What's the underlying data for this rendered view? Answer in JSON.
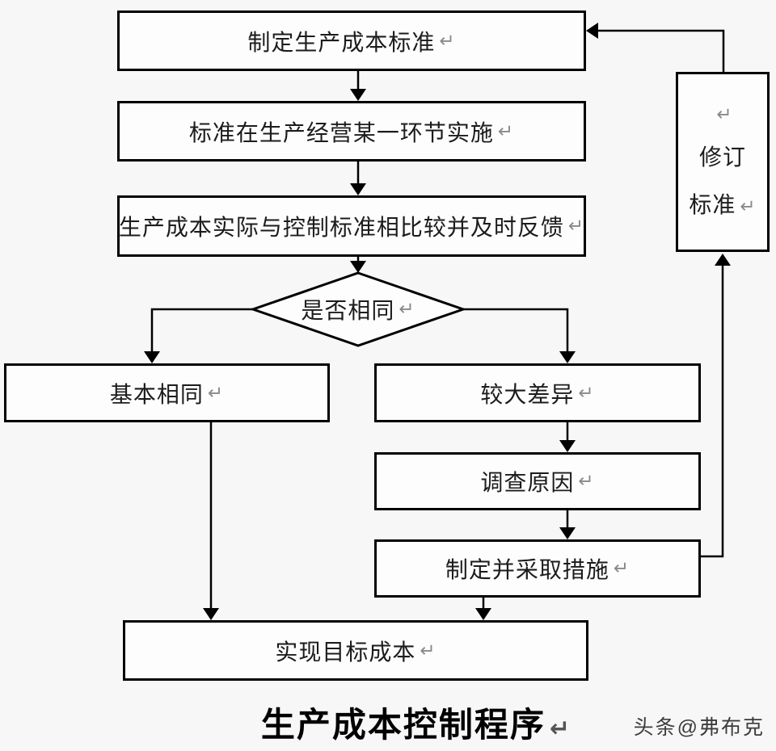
{
  "diagram": {
    "title": "生产成本控制程序",
    "watermark": "头条@弗布克",
    "return_char": "↵",
    "nodes": {
      "set_standard": "制定生产成本标准",
      "implement": "标准在生产经营某一环节实施",
      "compare": "生产成本实际与控制标准相比较并及时反馈",
      "decision": "是否相同",
      "basically_same": "基本相同",
      "large_difference": "较大差异",
      "investigate": "调查原因",
      "take_measures": "制定并采取措施",
      "achieve_target": "实现目标成本",
      "revise_line1": "修订",
      "revise_line2": "标准"
    },
    "colors": {
      "background": "#f7f7f7",
      "box_fill": "#fdfdfd",
      "border": "#000000",
      "text": "#1c1c1c",
      "return_mark": "#8a8a8a"
    }
  }
}
